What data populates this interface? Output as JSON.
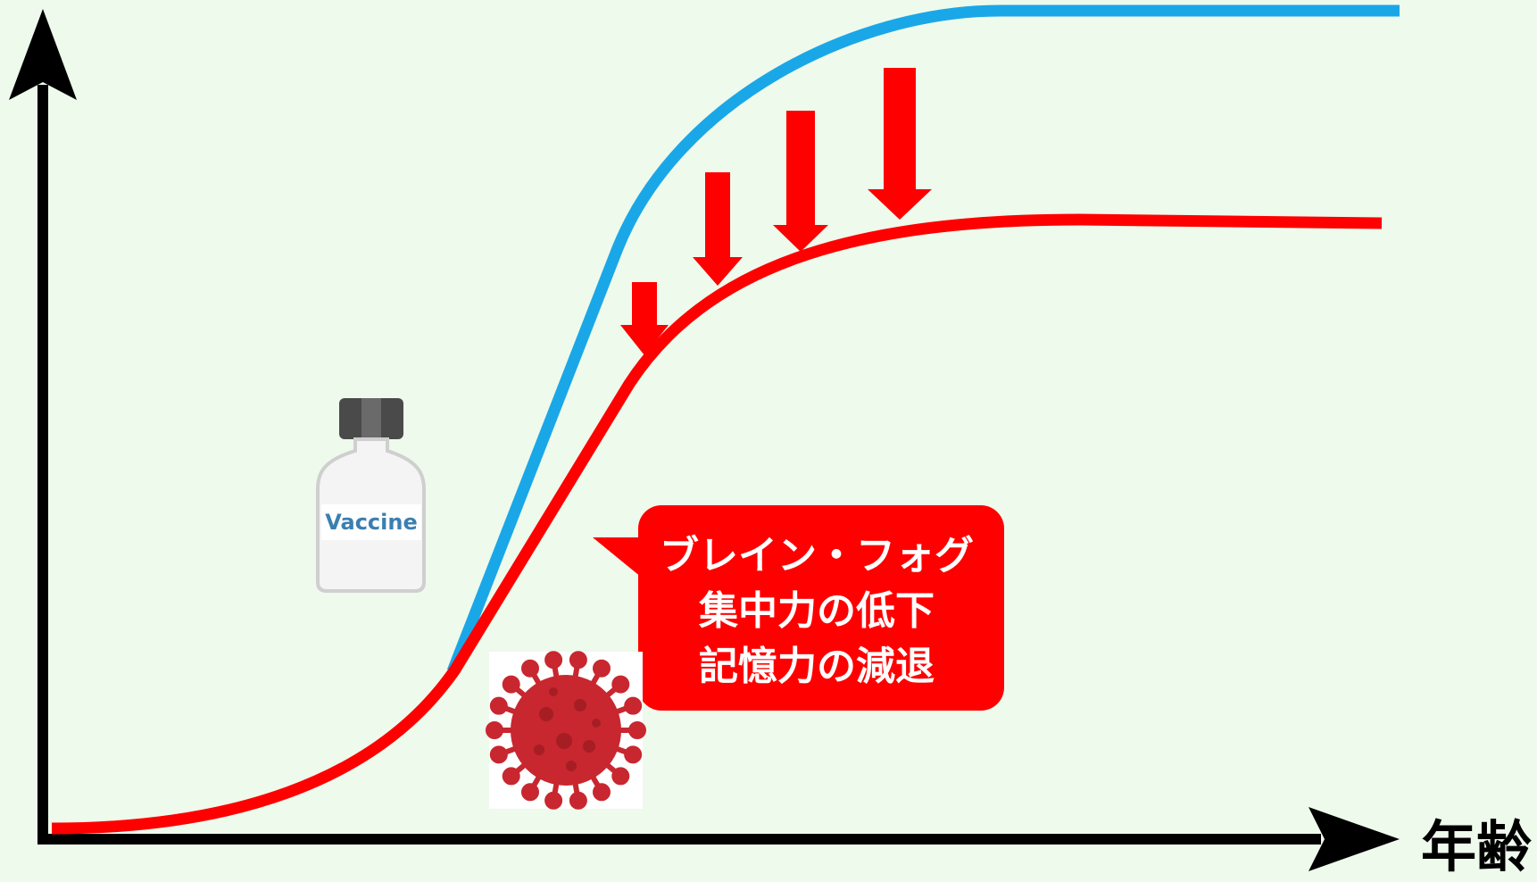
{
  "x_axis_label": "年齢",
  "callout": {
    "lines": [
      "ブレイン・フォグ",
      "集中力の低下",
      "記憶力の減退"
    ],
    "color": "#ff0000"
  },
  "vaccine_label": "Vaccine",
  "colors": {
    "background": "#eefaec",
    "blue_curve": "#1aa7e8",
    "red_curve": "#ff0000",
    "axis": "#000000",
    "virus": "#c8272f"
  },
  "icons": [
    "vaccine-bottle-icon",
    "virus-icon",
    "down-arrow-icon"
  ]
}
